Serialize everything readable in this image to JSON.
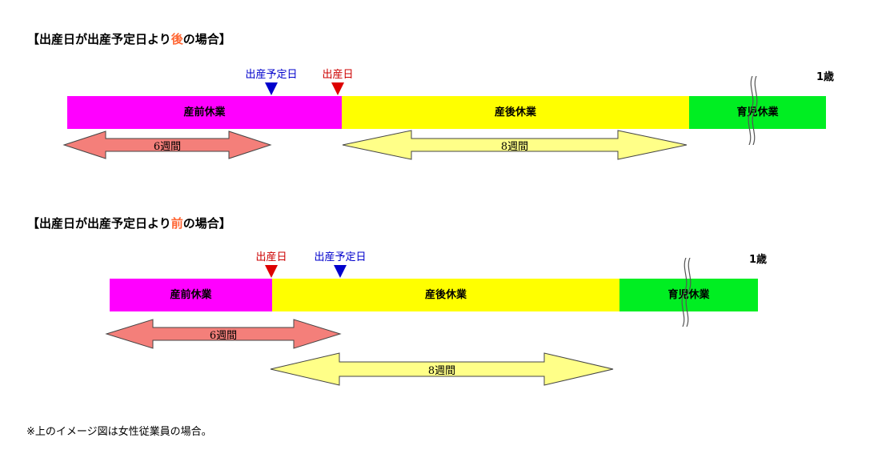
{
  "diagram1": {
    "title_pre": "【出産日が出産予定日より",
    "title_hl": "後",
    "title_post": "の場合】",
    "marker_due": "出産予定日",
    "marker_birth": "出産日",
    "seg_prenatal": "産前休業",
    "seg_postnatal": "産後休業",
    "seg_childcare": "育児休業",
    "age": "1歳",
    "arrow_prenatal": "6週間",
    "arrow_postnatal": "8週間"
  },
  "diagram2": {
    "title_pre": "【出産日が出産予定日より",
    "title_hl": "前",
    "title_post": "の場合】",
    "marker_birth": "出産日",
    "marker_due": "出産予定日",
    "seg_prenatal": "産前休業",
    "seg_postnatal": "産後休業",
    "seg_childcare": "育児休業",
    "age": "1歳",
    "arrow_prenatal": "6週間",
    "arrow_postnatal": "8週間"
  },
  "note": "※上のイメージ図は女性従業員の場合。",
  "colors": {
    "prenatal": "#ff00ff",
    "postnatal": "#ffff00",
    "childcare": "#00ee22",
    "arrow_prenatal": "#f47f7a",
    "arrow_postnatal": "#ffff88",
    "title_highlight": "#ff6633",
    "due_marker": "#0000cc",
    "birth_marker": "#dd0000"
  },
  "icons": [
    "down-triangle-icon",
    "double-arrow-icon",
    "break-mark-icon"
  ]
}
